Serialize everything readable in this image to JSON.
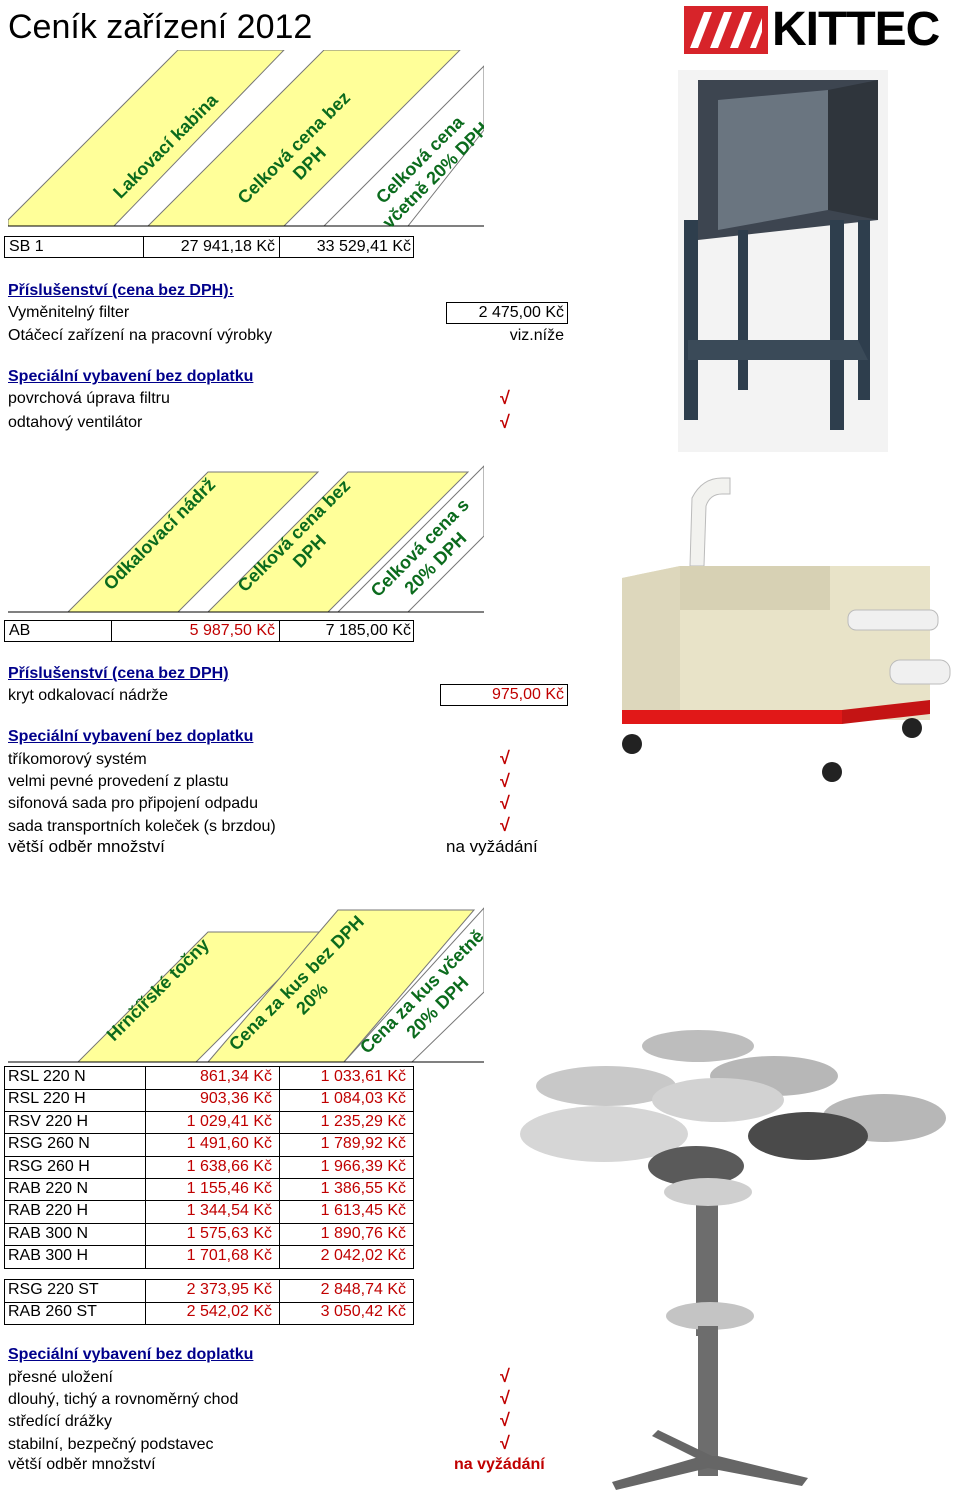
{
  "page_title": "Ceník zařízení 2012",
  "logo_text": "KITTEC",
  "section1": {
    "headers": [
      "Lakovací kabina",
      "Celková cena bez DPH",
      "Celková cena včetně 20% DPH"
    ],
    "row": {
      "name": "SB 1",
      "price_net": "27 941,18 Kč",
      "price_gross": "33 529,41 Kč"
    },
    "accessories_title": "Příslušenství (cena bez DPH):",
    "accessories": [
      {
        "label": "Vyměnitelný  filter",
        "value": "2 475,00 Kč"
      },
      {
        "label": "Otáčecí zařízení na pracovní výrobky",
        "value": "viz.níže"
      }
    ],
    "special_title": "Speciální vybavení bez doplatku",
    "special": [
      "povrchová úprava filtru",
      "odtahový ventilátor"
    ]
  },
  "section2": {
    "headers": [
      "Odkalovací nádrž",
      "Celková cena bez DPH",
      "Celková cena s 20% DPH"
    ],
    "row": {
      "name": "AB",
      "price_net": "5 987,50 Kč",
      "price_gross": "7 185,00 Kč"
    },
    "accessories_title": "Příslušenství (cena bez DPH)",
    "accessories": [
      {
        "label": "kryt odkalovací nádrže",
        "value": "975,00 Kč"
      }
    ],
    "special_title": "Speciální vybavení bez doplatku",
    "special": [
      "tříkomorový systém",
      "velmi pevné provedení z plastu",
      "sifonová sada pro připojení odpadu",
      "sada transportních koleček (s brzdou)"
    ],
    "bulk_label": "větší odběr množství",
    "bulk_value": "na vyžádání"
  },
  "section3": {
    "headers": [
      "Hrnčířské točny",
      "Cena za kus bez DPH 20%",
      "Cena za kus včetně 20% DPH"
    ],
    "rows": [
      {
        "name": "RSL 220 N",
        "net": "861,34 Kč",
        "gross": "1 033,61 Kč"
      },
      {
        "name": "RSL 220 H",
        "net": "903,36 Kč",
        "gross": "1 084,03 Kč"
      },
      {
        "name": "RSV 220 H",
        "net": "1 029,41 Kč",
        "gross": "1 235,29 Kč"
      },
      {
        "name": "RSG 260 N",
        "net": "1 491,60 Kč",
        "gross": "1 789,92 Kč"
      },
      {
        "name": "RSG 260 H",
        "net": "1 638,66 Kč",
        "gross": "1 966,39 Kč"
      },
      {
        "name": "RAB 220 N",
        "net": "1 155,46 Kč",
        "gross": "1 386,55 Kč"
      },
      {
        "name": "RAB 220 H",
        "net": "1 344,54 Kč",
        "gross": "1 613,45 Kč"
      },
      {
        "name": "RAB 300 N",
        "net": "1 575,63 Kč",
        "gross": "1 890,76 Kč"
      },
      {
        "name": "RAB 300 H",
        "net": "1 701,68 Kč",
        "gross": "2 042,02 Kč"
      }
    ],
    "rows2": [
      {
        "name": "RSG 220 ST",
        "net": "2 373,95 Kč",
        "gross": "2 848,74 Kč"
      },
      {
        "name": "RAB 260 ST",
        "net": "2 542,02 Kč",
        "gross": "3 050,42 Kč"
      }
    ],
    "special_title": "Speciální vybavení bez doplatku",
    "special": [
      "přesné uložení",
      "dlouhý, tichý a rovnoměrný chod",
      "středící drážky",
      "stabilní, bezpečný podstavec"
    ],
    "bulk_label": "větší odběr  množství",
    "bulk_value": "na vyžádání"
  },
  "check_mark": "√",
  "colors": {
    "banner": "#ffff99",
    "header_text": "#0b6b1d",
    "section_title": "#00008b",
    "price_red": "#c00000"
  }
}
